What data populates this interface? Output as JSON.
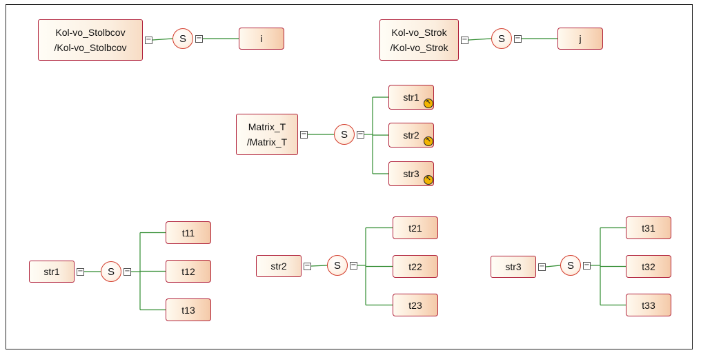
{
  "diagram": {
    "seq_symbol": "S",
    "collapse_symbol": "−",
    "trees": [
      {
        "id": "stolbcov",
        "root": [
          "Kol-vo_Stolbcov",
          "/Kol-vo_Stolbcov"
        ],
        "children": [
          "i"
        ]
      },
      {
        "id": "strok",
        "root": [
          "Kol-vo_Strok",
          "/Kol-vo_Strok"
        ],
        "children": [
          "j"
        ]
      },
      {
        "id": "matrix",
        "root": [
          "Matrix_T",
          "/Matrix_T"
        ],
        "children": [
          "str1",
          "str2",
          "str3"
        ]
      },
      {
        "id": "str1",
        "root": [
          "str1"
        ],
        "children": [
          "t11",
          "t12",
          "t13"
        ]
      },
      {
        "id": "str2",
        "root": [
          "str2"
        ],
        "children": [
          "t21",
          "t22",
          "t23"
        ]
      },
      {
        "id": "str3",
        "root": [
          "str3"
        ],
        "children": [
          "t31",
          "t32",
          "t33"
        ]
      }
    ],
    "colors": {
      "wire": "#2e8b2e",
      "node_border": "#b0203a",
      "seq_border": "#d23a2a",
      "ref_icon": "#f2b500"
    },
    "icons": {
      "ref": "reference-arrow-icon"
    }
  }
}
